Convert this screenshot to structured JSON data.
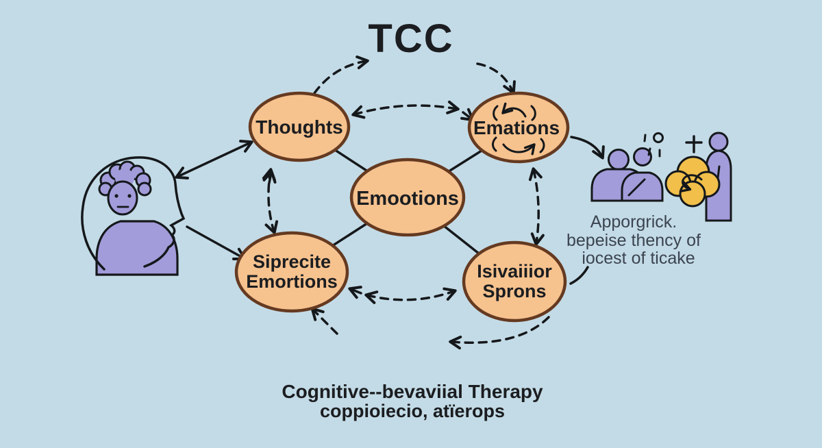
{
  "title": "TCC",
  "nodes": {
    "thoughts": {
      "label": "Thoughts"
    },
    "emations": {
      "label": "Emations"
    },
    "emootions": {
      "label": "Emootions"
    },
    "siprecite": {
      "line1": "Siprecite",
      "line2": "Emortions"
    },
    "isivaiiior": {
      "line1": "Isivaiiior",
      "line2": "Sprons"
    }
  },
  "side_note": {
    "line1": "Apporgrick.",
    "line2": "bepeise thency of",
    "line3": "iocest of ticake"
  },
  "caption": {
    "line1": "Cognitive--bevaviial Therapy",
    "line2": "coppioiecio, atïerops"
  },
  "icons": {
    "head_profile": "person-in-head-icon",
    "people_pair": "two-people-icon",
    "sparkle": "sparkle-icon",
    "plus": "plus-icon",
    "group_cloud": "group-cloud-arrow-icon",
    "standing_person": "standing-person-icon",
    "cycle_arrows": "cycle-arrows-icon"
  },
  "colors": {
    "background": "#c3dbe6",
    "oval_fill": "#f6c28e",
    "oval_border": "#653a21",
    "text_dark": "#1b1d20",
    "side_text": "#3b4450",
    "figure_purple": "#a29cda",
    "cloud_yellow": "#f1bf4a",
    "stroke_black": "#15181b"
  }
}
